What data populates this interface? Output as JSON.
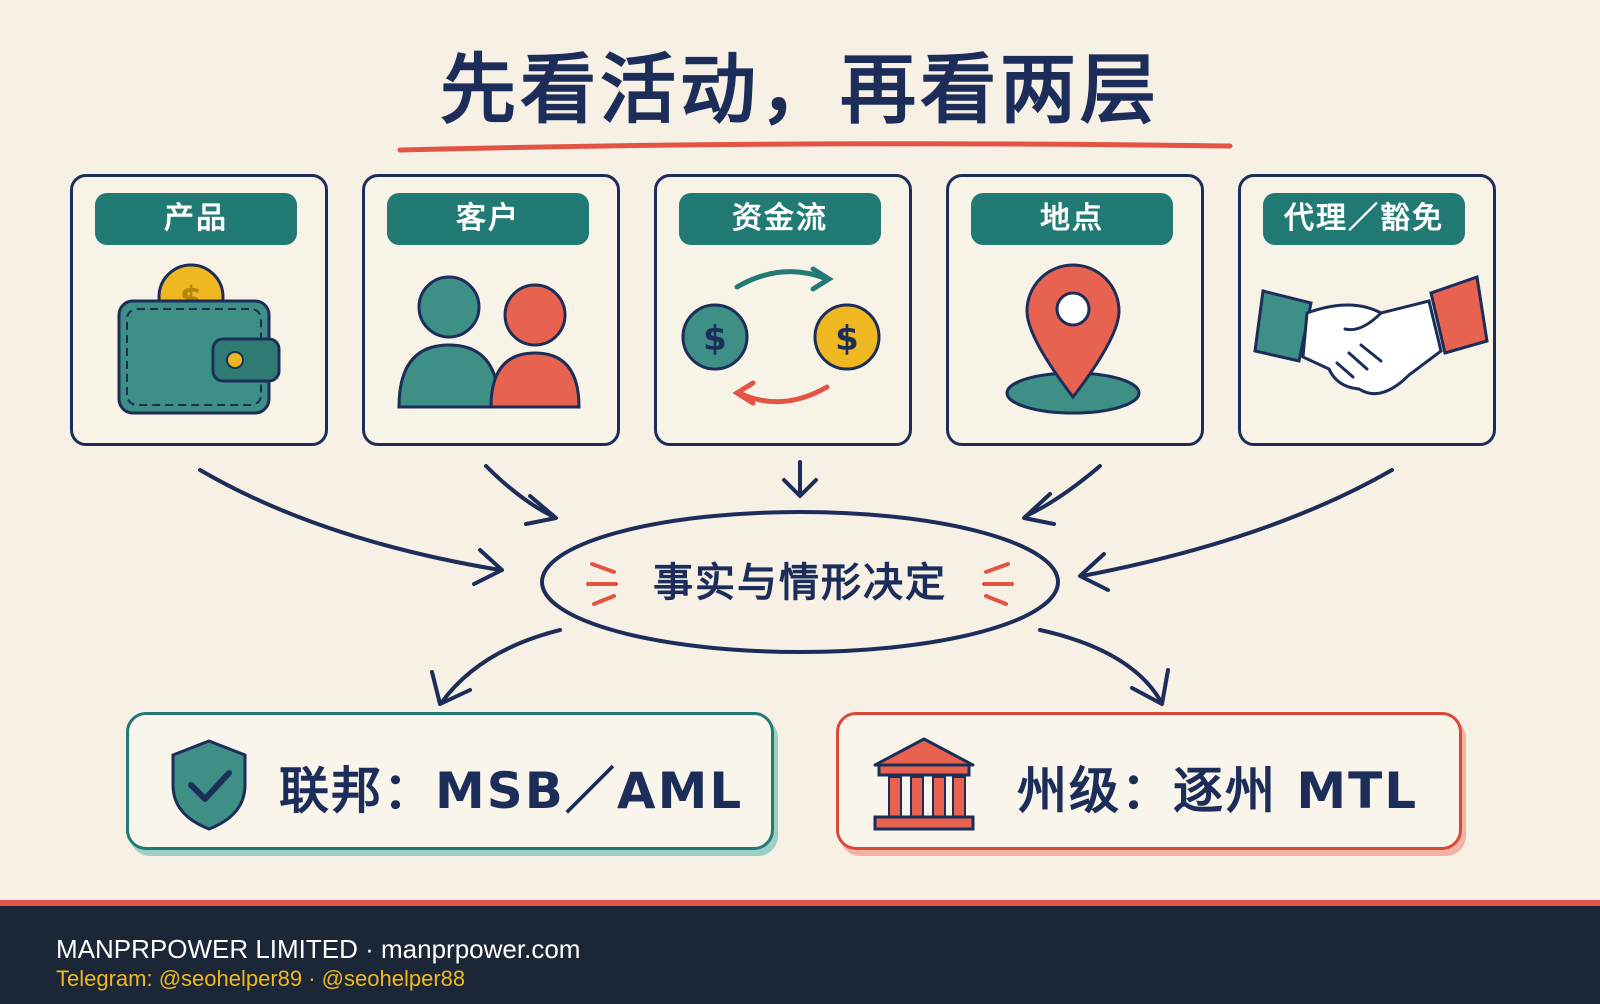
{
  "title": "先看活动，再看两层",
  "categories": [
    {
      "label": "产品",
      "icon": "wallet-icon"
    },
    {
      "label": "客户",
      "icon": "people-icon"
    },
    {
      "label": "资金流",
      "icon": "money-flow-icon"
    },
    {
      "label": "地点",
      "icon": "location-pin-icon"
    },
    {
      "label": "代理／豁免",
      "icon": "handshake-icon"
    }
  ],
  "center": "事实与情形决定",
  "federal": {
    "label": "联邦：MSB／AML",
    "icon": "shield-check-icon"
  },
  "state": {
    "label": "州级：逐州 MTL",
    "icon": "bank-building-icon"
  },
  "footer": {
    "line1": "MANPRPOWER LIMITED · manprpower.com",
    "line2": "Telegram: @seohelper89 · @seohelper88"
  },
  "colors": {
    "navy": "#1c2d5a",
    "teal": "#227a74",
    "coral": "#e25545",
    "gold": "#f0b820",
    "background": "#f6f1e4"
  }
}
